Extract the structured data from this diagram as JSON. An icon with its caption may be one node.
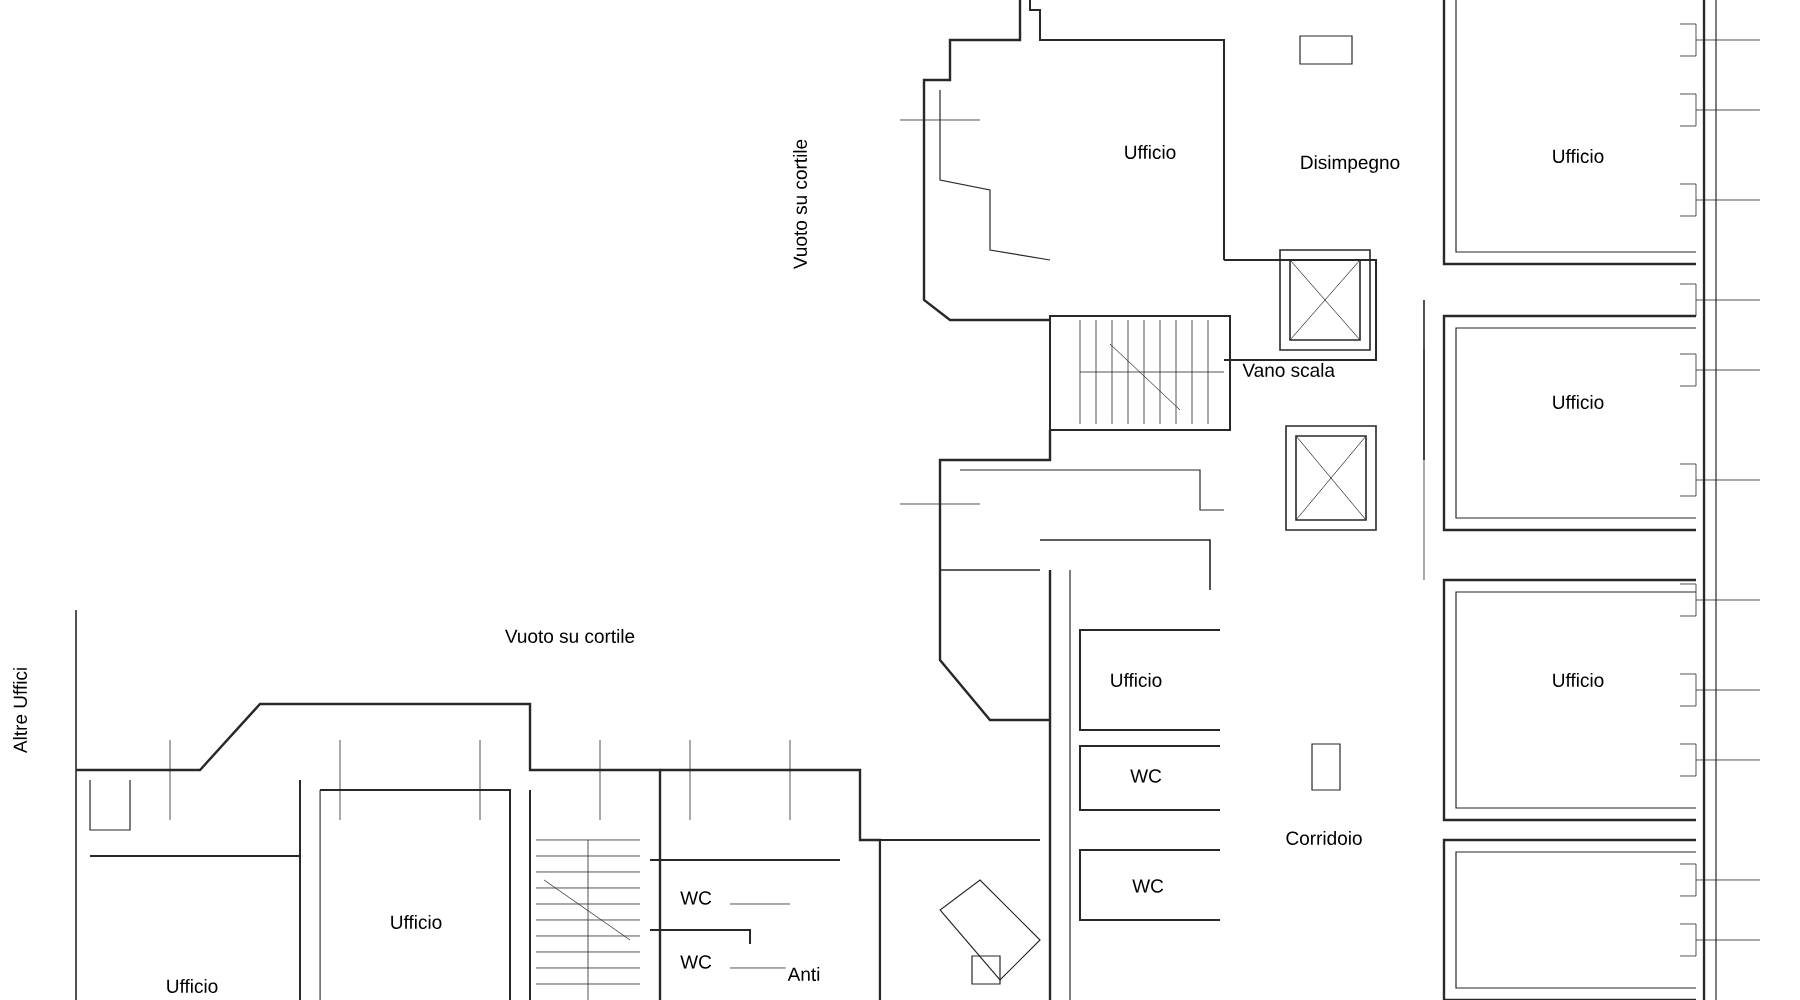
{
  "diagram": {
    "labels": [
      "Ufficio",
      "Disimpegno",
      "Ufficio",
      "Vuoto su cortile",
      "Ufficio",
      "Vano scala",
      "Vuoto su cortile",
      "Ufficio",
      "Ufficio",
      "WC",
      "Corridoio",
      "WC",
      "WC",
      "Ufficio",
      "WC",
      "Anti",
      "Ufficio",
      "Altre Uffici"
    ]
  }
}
